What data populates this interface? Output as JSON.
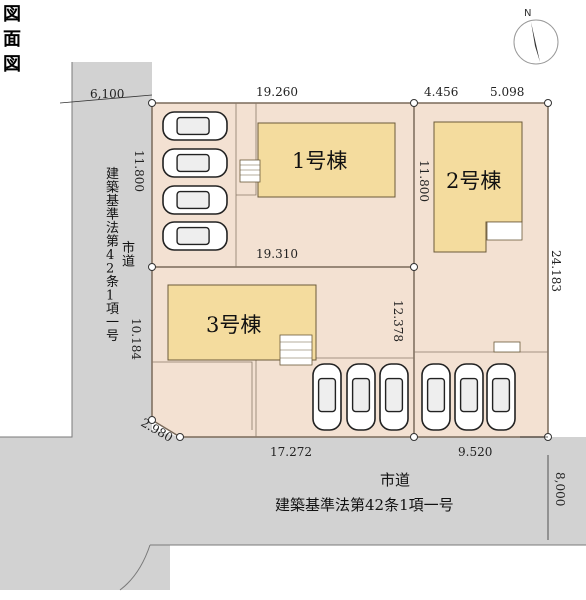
{
  "title": [
    "図",
    "面",
    "図"
  ],
  "north": "N",
  "buildings": {
    "b1": "1号棟",
    "b2": "2号棟",
    "b3": "3号棟"
  },
  "dimensions": {
    "top_left_road": "6,100",
    "top_main": "19.260",
    "top_mid": "4.456",
    "top_right": "5.098",
    "left_upper": "11.800",
    "mid_right_upper": "11.800",
    "right_side": "24.183",
    "mid_horizontal": "19.310",
    "mid_right_lower": "12.378",
    "left_lower": "10.184",
    "corner_cut": "2.980",
    "bottom_left": "17.272",
    "bottom_right": "9.520",
    "road_width": "8,000"
  },
  "roads": {
    "bottom_line1": "市道",
    "bottom_line2": "建築基準法第42条1項一号",
    "left_col1": "建築基準法第42条1項一号",
    "left_col2": "市道"
  }
}
